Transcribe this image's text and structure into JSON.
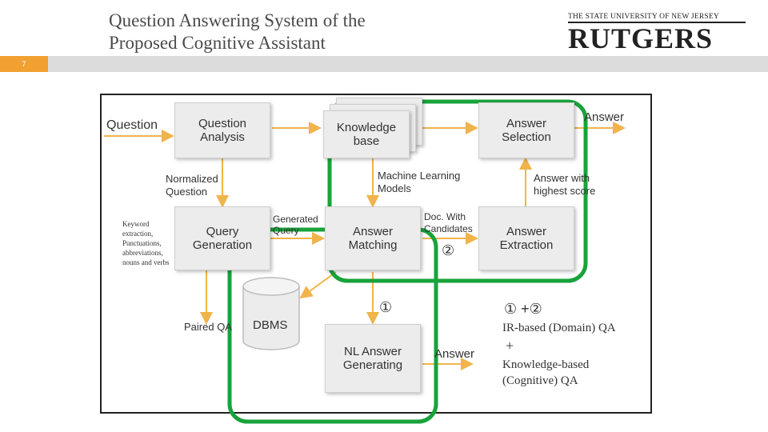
{
  "header": {
    "title": "Question Answering System of the\nProposed Cognitive Assistant",
    "slide_number": "7",
    "logo_top": "THE STATE UNIVERSITY OF NEW JERSEY",
    "logo_name": "RUTGERS"
  },
  "diagram": {
    "question": "Question",
    "question_analysis": "Question\nAnalysis",
    "knowledge_base": "Knowledge\nbase",
    "answer_selection": "Answer\nSelection",
    "answer_out": "Answer",
    "normalized_question": "Normalized\nQuestion",
    "ml_models": "Machine Learning\nModels",
    "answer_highest": "Answer with\nhighest score",
    "keyword_note": "Keyword\nextraction,\nPunctuations,\nabbreviations,\nnouns and verbs",
    "query_generation": "Query\nGeneration",
    "generated_query": "Generated\nQuery",
    "answer_matching": "Answer\nMatching",
    "doc_candidates": "Doc. With\nCandidates",
    "circle_two": "②",
    "answer_extraction": "Answer\nExtraction",
    "circle_one": "①",
    "paired_qa": "Paired QA",
    "dbms": "DBMS",
    "nl_answer": "NL Answer\nGenerating",
    "answer_nl": "Answer",
    "combo_label": "① +②",
    "ir_based": "IR-based (Domain) QA",
    "plus": "+",
    "knowledge_based": "Knowledge-based\n(Cognitive) QA"
  },
  "colors": {
    "arrow": "#f0b44a",
    "highlight": "#18a33b",
    "accent_bar": "#f0a131"
  }
}
